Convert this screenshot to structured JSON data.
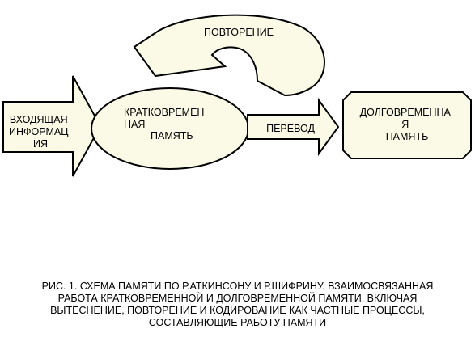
{
  "colors": {
    "fill": "#fafae6",
    "stroke": "#000000",
    "text": "#000000"
  },
  "nodes": {
    "input": {
      "lines": [
        "ВХОДЯЩАЯ",
        "ИНФОРМАЦ",
        "ИЯ"
      ]
    },
    "short_term": {
      "lines": [
        "КРАТКОВРЕМЕН",
        "НАЯ",
        "ПАМЯТЬ"
      ]
    },
    "transfer": {
      "label": "ПЕРЕВОД"
    },
    "long_term": {
      "lines": [
        "ДОЛГОВРЕМЕННА",
        "Я",
        "ПАМЯТЬ"
      ]
    },
    "rehearsal": {
      "label": "ПОВТОРЕНИЕ"
    }
  },
  "caption": {
    "lines": [
      "РИС. 1. СХЕМА ПАМЯТИ ПО Р.АТКИНСОНУ И Р.ШИФРИНУ. ВЗАИМОСВЯЗАННАЯ",
      "РАБОТА КРАТКОВРЕМЕННОЙ И ДОЛГОВРЕМЕННОЙ ПАМЯТИ, ВКЛЮЧАЯ",
      "ВЫТЕСНЕНИЕ, ПОВТОРЕНИЕ И КОДИРОВАНИЕ КАК ЧАСТНЫЕ ПРОЦЕССЫ,",
      "СОСТАВЛЯЮЩИЕ РАБОТУ ПАМЯТИ"
    ]
  }
}
